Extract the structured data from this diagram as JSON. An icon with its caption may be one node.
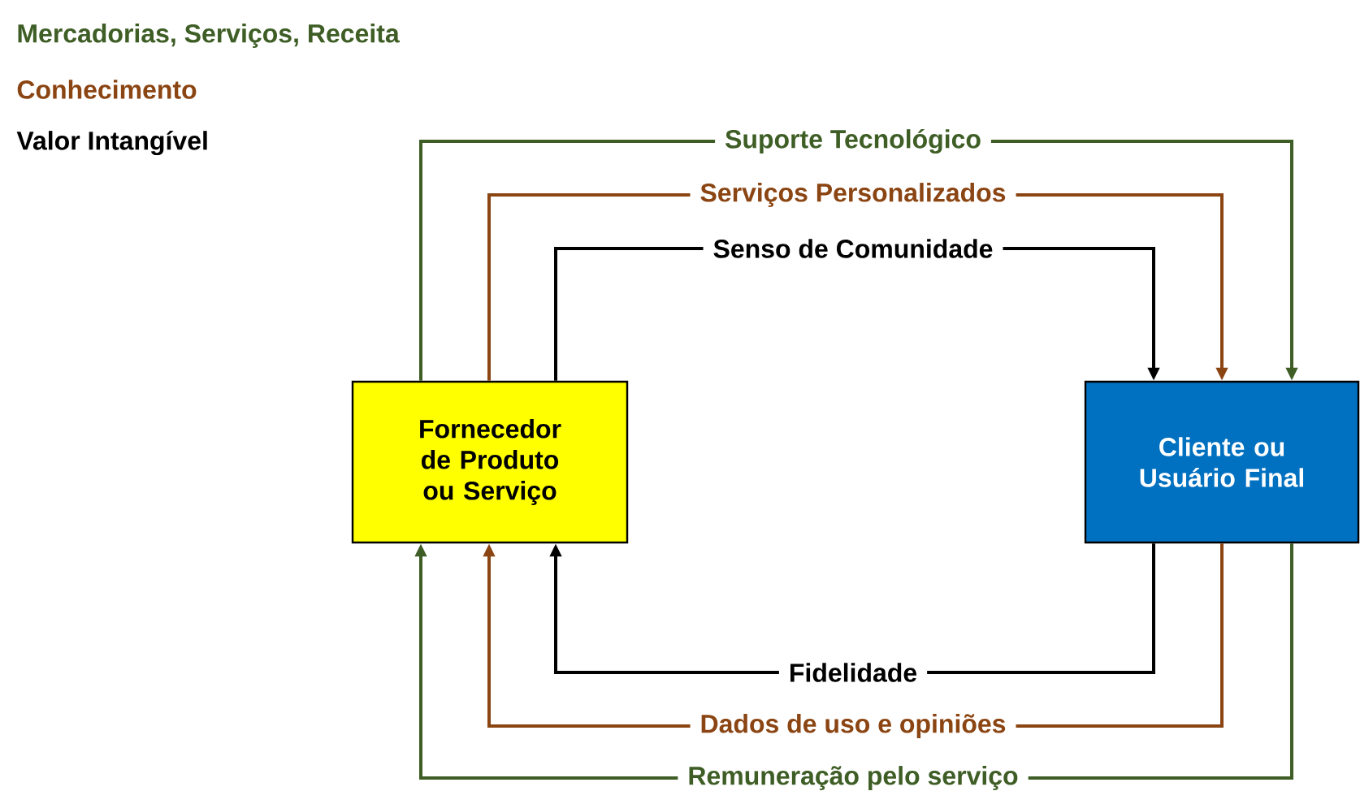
{
  "diagram": {
    "nodes": [
      {
        "text": [
          "Fornecedor de Produto ou Serviço"
        ]
      },
      {
        "text": [
          "Cliente ou Usuário Final"
        ]
      }
    ],
    "edges": [
      {
        "from": 0,
        "to": 1,
        "arrow": "to",
        "label": "Suporte Tecnológico",
        "color": "#3e5e26"
      },
      {
        "from": 0,
        "to": 1,
        "arrow": "to",
        "label": "Serviços Personalizados",
        "color": "#8b4513"
      },
      {
        "from": 0,
        "to": 1,
        "arrow": "to",
        "label": "Senso de Comunidade",
        "color": "#000000"
      },
      {
        "from": 1,
        "to": 0,
        "arrow": "to",
        "label": "Fidelidade",
        "color": "#000000"
      },
      {
        "from": 1,
        "to": 0,
        "arrow": "to",
        "label": "Dados de uso e opiniões",
        "color": "#8b4513"
      },
      {
        "from": 1,
        "to": 0,
        "arrow": "to",
        "label": "Remuneração pelo serviço",
        "color": "#3e5e26"
      }
    ],
    "legend": [
      {
        "text": "Mercadorias, Serviços, Receita",
        "color": "#3e5e26"
      },
      {
        "text": "Conhecimento",
        "color": "#8b4513"
      },
      {
        "text": "Valor Intangível",
        "color": "#000000"
      }
    ]
  }
}
